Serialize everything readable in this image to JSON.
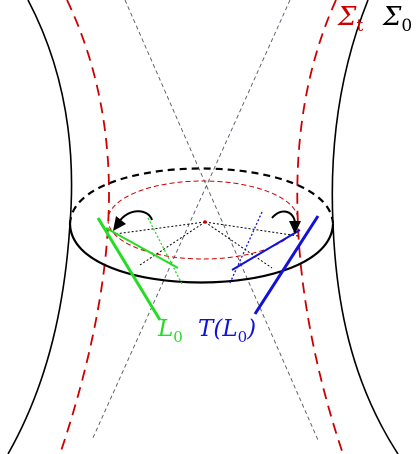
{
  "labels": {
    "sigma_t": {
      "main": "Σ",
      "sub": "t"
    },
    "sigma_0": {
      "main": "Σ",
      "sub": "0"
    },
    "l0": {
      "main": "L",
      "sub": "0"
    },
    "t_l0": {
      "text": "T(L",
      "sub": "0",
      "close": ")"
    }
  },
  "colors": {
    "black": "#000000",
    "red": "#cc0000",
    "green": "#22dd22",
    "blue": "#1111dd",
    "gray": "#555566"
  }
}
